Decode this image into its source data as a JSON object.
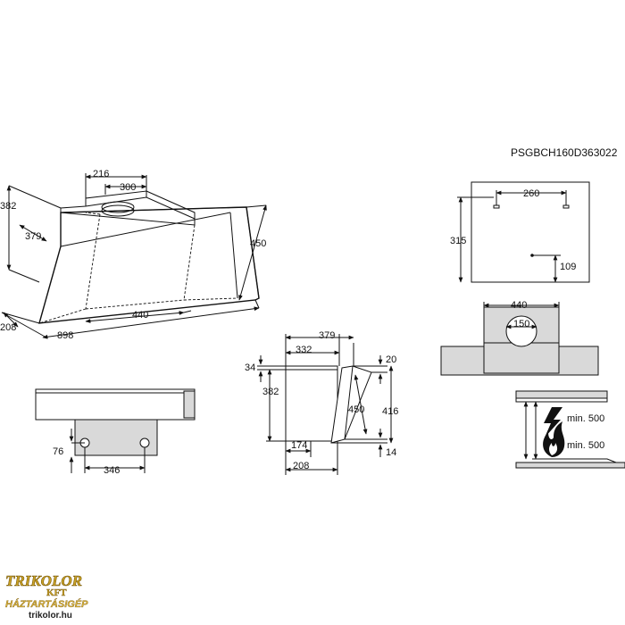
{
  "model_code": "PSGBCH160D363022",
  "dimensions": {
    "top_width_216": "216",
    "duct_300": "300",
    "height_382": "382",
    "depth_379": "379",
    "panel_450": "450",
    "width_440": "440",
    "depth_208": "208",
    "width_898": "898",
    "side_379": "379",
    "side_332": "332",
    "side_34": "34",
    "side_382": "382",
    "side_20": "20",
    "side_450": "450",
    "side_416": "416",
    "side_174": "174",
    "side_208": "208",
    "side_14": "14",
    "front_76": "76",
    "front_346": "346",
    "mount_260": "260",
    "mount_315": "315",
    "mount_109": "109",
    "top_440": "440",
    "top_150": "150"
  },
  "clearances": {
    "electric": "min. 500",
    "gas": "min. 500"
  },
  "logo": {
    "name": "TRIKOLOR",
    "kft": "KFT",
    "subtitle": "HÁZTARTÁSIGÉP",
    "url": "trikolor.hu"
  },
  "icons": {
    "electric": "lightning-icon",
    "gas": "flame-icon"
  }
}
